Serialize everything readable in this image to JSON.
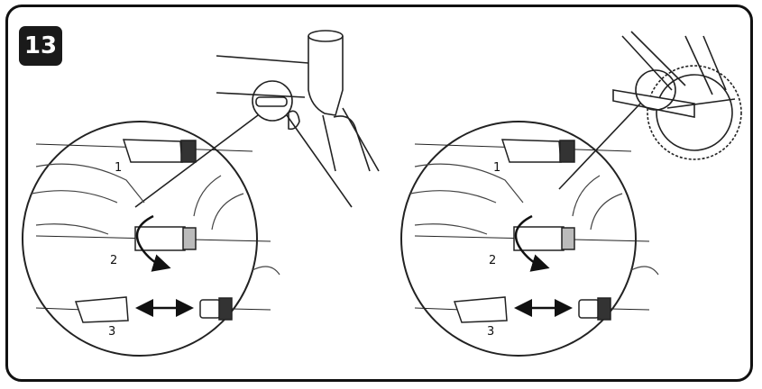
{
  "step": {
    "number": "13"
  },
  "panels": [
    {
      "id": "left",
      "location": "frame-cable-stop",
      "labels": [
        "1",
        "2",
        "3"
      ]
    },
    {
      "id": "right",
      "location": "chainstay-near-crank",
      "labels": [
        "1",
        "2",
        "3"
      ]
    }
  ],
  "colors": {
    "ink": "#1a1a1a",
    "line": "#222222",
    "shade": "#d9d9d9",
    "badge": "#1a1a1a"
  },
  "icons": [
    "rotate-arrow-icon",
    "double-arrow-icon"
  ]
}
